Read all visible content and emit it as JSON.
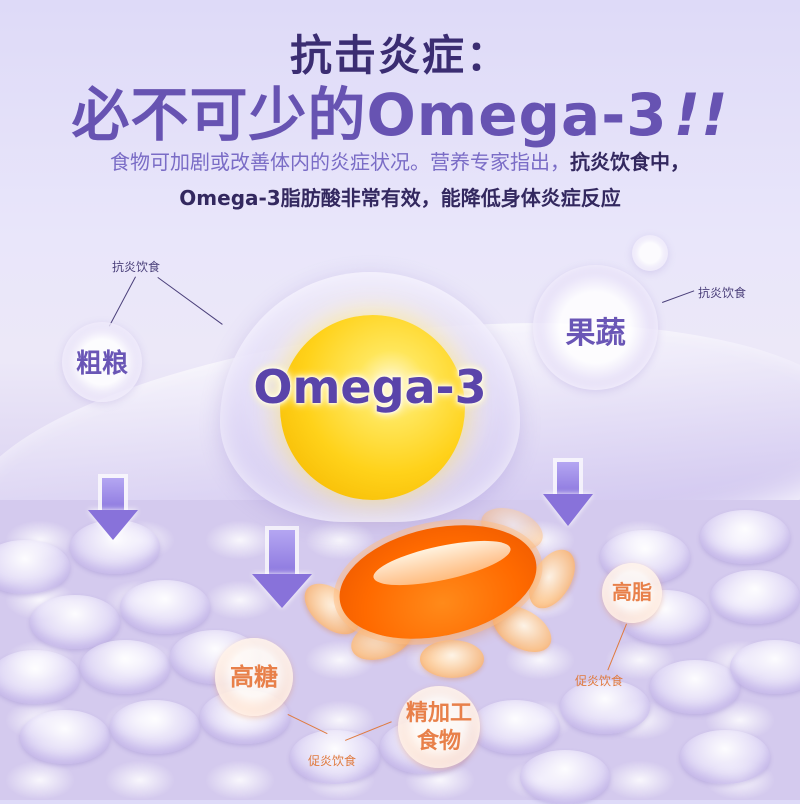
{
  "header": {
    "title_line1": "抗击炎症：",
    "title_line2": "必不可少的Omega-3",
    "title_line2_exclaim": "!!",
    "subtitle_line1_light": "食物可加剧或改善体内的炎症状况。营养专家指出，",
    "subtitle_line1_bold": "抗炎饮食中，",
    "subtitle_line2": "Omega-3脂肪酸非常有效，能降低身体炎症反应"
  },
  "center": {
    "main_label": "Omega-3"
  },
  "anti_inflammatory": {
    "note_left": "抗炎饮食",
    "note_right": "抗炎饮食",
    "bubbles": [
      {
        "label": "粗粮"
      },
      {
        "label": "果蔬"
      }
    ]
  },
  "pro_inflammatory": {
    "note_bottom": "促炎饮食",
    "note_right": "促炎饮食",
    "bubbles": [
      {
        "label": "高糖"
      },
      {
        "label": "精加工\n食物",
        "line1": "精加工",
        "line2": "食物"
      },
      {
        "label": "高脂"
      }
    ]
  },
  "colors": {
    "title_dark": "#3b2d72",
    "title_accent": "#6753b2",
    "subtitle_light": "#7a6cc6",
    "arrow": "#8872da",
    "orange_label": "#e8804a",
    "capsule": "#ff6a00",
    "yolk": "#ffd21a"
  },
  "icons": {
    "arrows": [
      "arrow-down-icon",
      "arrow-down-icon",
      "arrow-down-icon"
    ]
  }
}
